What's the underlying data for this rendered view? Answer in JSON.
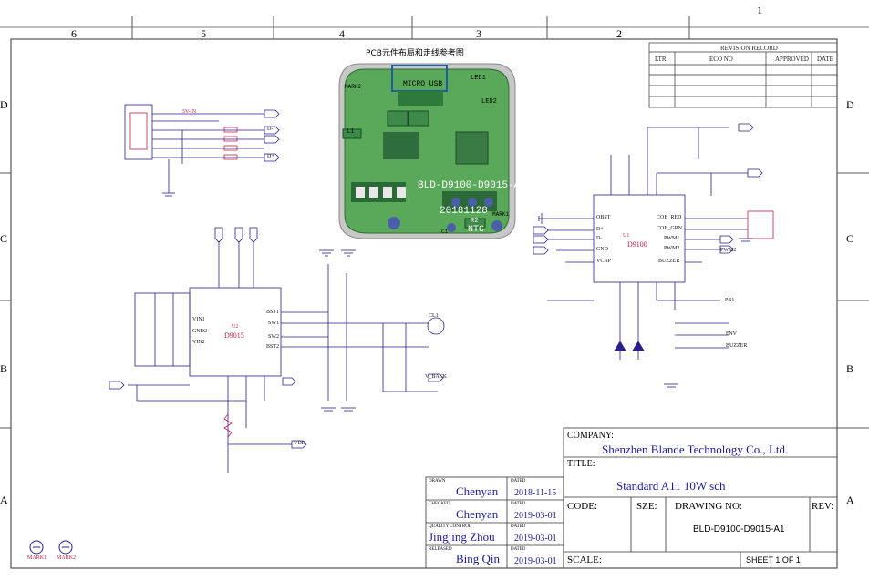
{
  "zones": {
    "top": [
      "6",
      "5",
      "4",
      "3",
      "2",
      "1"
    ],
    "side": [
      "D",
      "C",
      "B",
      "A"
    ]
  },
  "revision": {
    "title": "REVISION RECORD",
    "headers": [
      "LTR",
      "ECO NO",
      "APPROVED",
      "DATE"
    ]
  },
  "pcb": {
    "title": "PCB元件布局和走线参考图",
    "labels": [
      "MICRO_USB",
      "MARK2",
      "LED1",
      "LED2",
      "BLD-D9100-D9015-A1",
      "20181128",
      "MARK1",
      "NTC",
      "R2",
      "L1",
      "C1"
    ]
  },
  "chips": {
    "u1": {
      "ref": "U1",
      "name": "D9100",
      "pins_left": [
        "OBST",
        "D+",
        "D-",
        "GND",
        "VCAP"
      ],
      "pins_right": [
        "COB_RED",
        "COB_GRN",
        "PWM1",
        "PWM2",
        "BUZZER"
      ]
    },
    "u2": {
      "ref": "U2",
      "name": "D9015",
      "pins_left": [
        "VIN1",
        "GND2",
        "VIN2"
      ],
      "pins_right": [
        "BST1",
        "SW1",
        "SW2",
        "BST2"
      ]
    }
  },
  "nets": [
    "5V-IN",
    "D-",
    "D+",
    "V_BACK",
    "PB1",
    "PWM2",
    "FNV",
    "CL1",
    "VDD",
    "BUZZER"
  ],
  "titleblock": {
    "company_label": "COMPANY:",
    "company": "Shenzhen Blande Technology Co., Ltd.",
    "title_label": "TITLE:",
    "title": "Standard A11 10W sch",
    "code_label": "CODE:",
    "size_label": "SZE:",
    "drawing_label": "DRAWING NO:",
    "drawing_no": "BLD-D9100-D9015-A1",
    "rev_label": "REV:",
    "scale_label": "SCALE:",
    "sheet": "SHEET  1  OF  1",
    "rows": [
      {
        "role": "DRAWN",
        "name": "Chenyan",
        "date_label": "DATED",
        "date": "2018-11-15"
      },
      {
        "role": "CHECKED",
        "name": "Chenyan",
        "date_label": "DATED",
        "date": "2019-03-01"
      },
      {
        "role": "QUALITY CONTROL",
        "name": "Jingjing Zhou",
        "date_label": "DATED",
        "date": "2019-03-01"
      },
      {
        "role": "RELEASED",
        "name": "Bing Qin",
        "date_label": "DATED",
        "date": "2019-03-01"
      }
    ]
  },
  "marks": [
    "MARK1",
    "MARK2"
  ],
  "colors": {
    "ink": "#2a1f8a",
    "component": "#c0204a",
    "wire": "#202060",
    "pcb": "#5aa85a",
    "pad": "#1f6a2e"
  }
}
